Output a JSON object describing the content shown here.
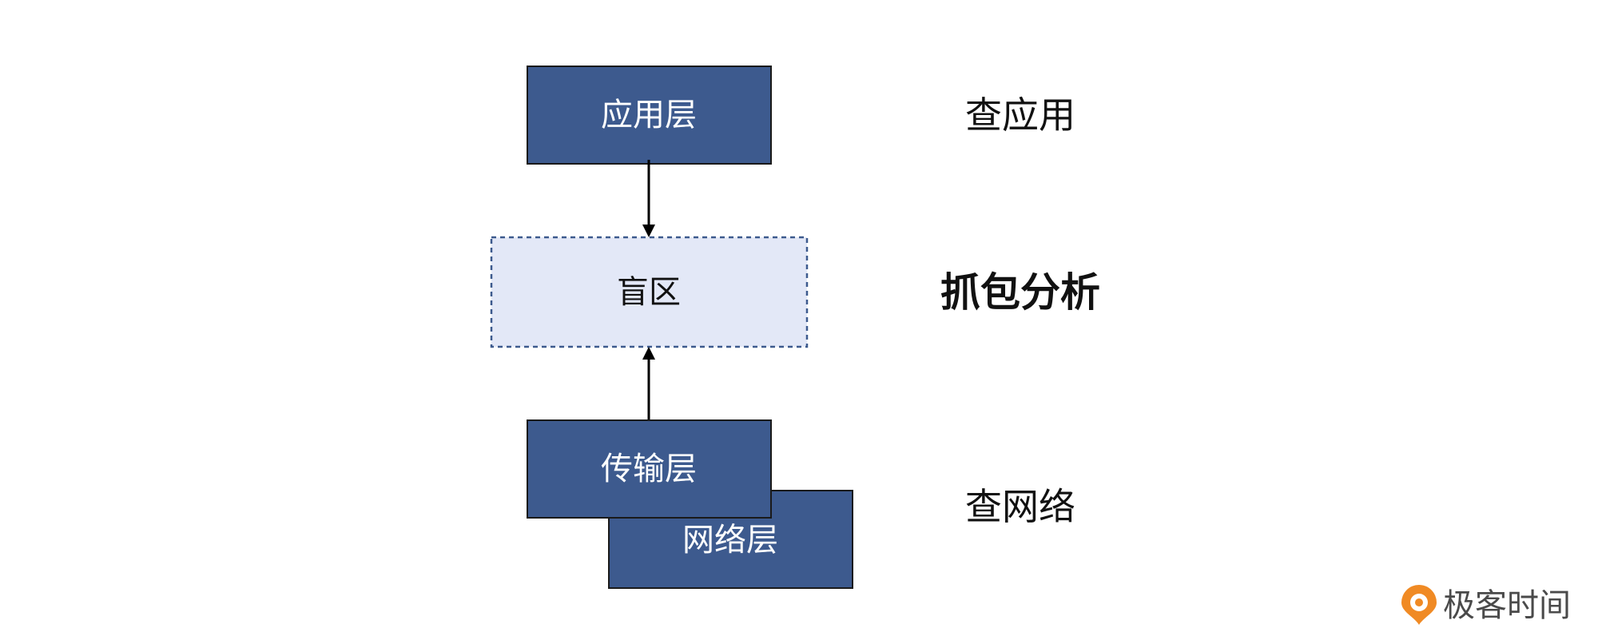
{
  "diagram": {
    "nodes": {
      "application_layer": "应用层",
      "blind_zone": "盲区",
      "transport_layer": "传输层",
      "network_layer": "网络层"
    },
    "annotations": {
      "check_application": "查应用",
      "packet_capture_analysis": "抓包分析",
      "check_network": "查网络"
    },
    "edges": [
      {
        "from": "application_layer",
        "to": "blind_zone"
      },
      {
        "from": "transport_layer",
        "to": "blind_zone"
      }
    ]
  },
  "brand": {
    "name": "极客时间",
    "icon": "geektime-logo-icon"
  },
  "colors": {
    "layer_box": "#3D5A8E",
    "blind_zone_fill": "#E3E8F7",
    "blind_zone_border": "#3D5A8E",
    "box_border": "#1A1A1A",
    "arrow": "#000000",
    "brand_accent": "#F08A24"
  }
}
